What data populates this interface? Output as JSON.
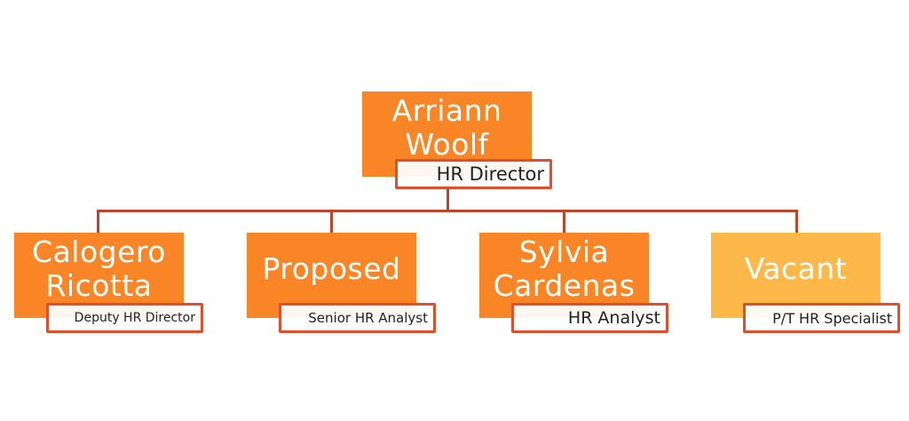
{
  "root": {
    "name": "Arriann Woolf",
    "title": "HR Director"
  },
  "children": [
    {
      "name": "Calogero Ricotta",
      "title": "Deputy HR Director"
    },
    {
      "name": "Proposed",
      "title": "Senior HR Analyst"
    },
    {
      "name": "Sylvia Cardenas",
      "title": "HR Analyst"
    },
    {
      "name": "Vacant",
      "title": "P/T HR Specialist"
    }
  ],
  "colors": {
    "filled": "#F98526",
    "vacant": "#FDB849",
    "connector": "#C0442A",
    "label_border": "#E04E2C"
  }
}
